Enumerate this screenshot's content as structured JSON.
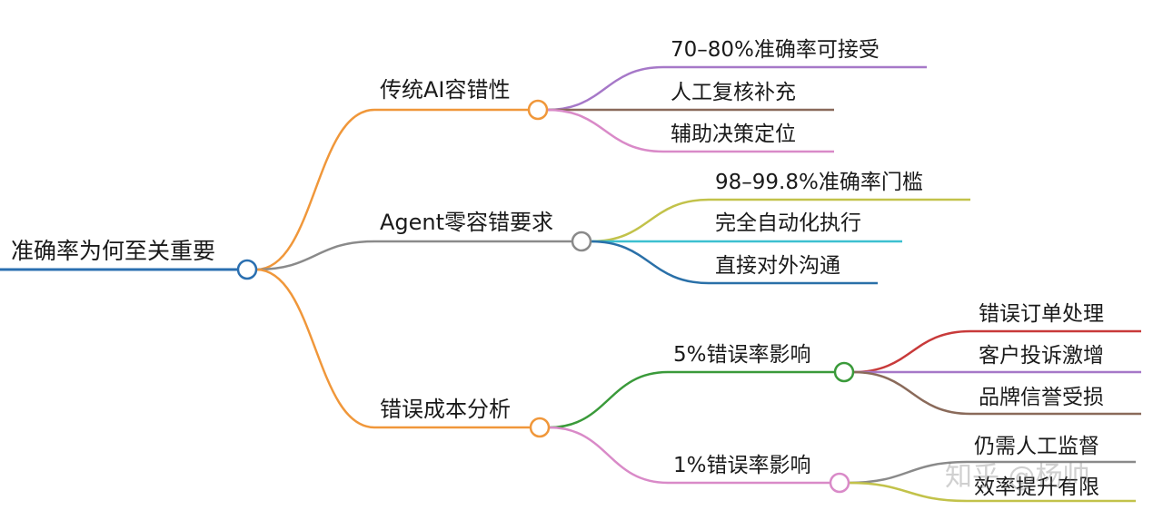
{
  "root": {
    "label": "准确率为何至关重要",
    "color": "#2a6fb0"
  },
  "branches": [
    {
      "id": "b1",
      "label": "传统AI容错性",
      "color": "#f0973a",
      "children": [
        {
          "label": "70–80%准确率可接受",
          "color": "#a678c8"
        },
        {
          "label": "人工复核补充",
          "color": "#8a6a5a"
        },
        {
          "label": "辅助决策定位",
          "color": "#d98ac8"
        }
      ]
    },
    {
      "id": "b2",
      "label": "Agent零容错要求",
      "color": "#8a8a8a",
      "children": [
        {
          "label": "98–99.8%准确率门槛",
          "color": "#c2c24a"
        },
        {
          "label": "完全自动化执行",
          "color": "#3cc0d0"
        },
        {
          "label": "直接对外沟通",
          "color": "#2a70a8"
        }
      ]
    },
    {
      "id": "b3",
      "label": "错误成本分析",
      "color": "#f0973a",
      "children": [
        {
          "label": "5%错误率影响",
          "color": "#3a9a3a",
          "children": [
            {
              "label": "错误订单处理",
              "color": "#c83a3a"
            },
            {
              "label": "客户投诉激增",
              "color": "#a678c8"
            },
            {
              "label": "品牌信誉受损",
              "color": "#8a6a5a"
            }
          ]
        },
        {
          "label": "1%错误率影响",
          "color": "#d98ac8",
          "children": [
            {
              "label": "仍需人工监督",
              "color": "#8a8a8a"
            },
            {
              "label": "效率提升有限",
              "color": "#c2c24a"
            }
          ]
        }
      ]
    }
  ],
  "watermark": "知乎 @杨帅"
}
